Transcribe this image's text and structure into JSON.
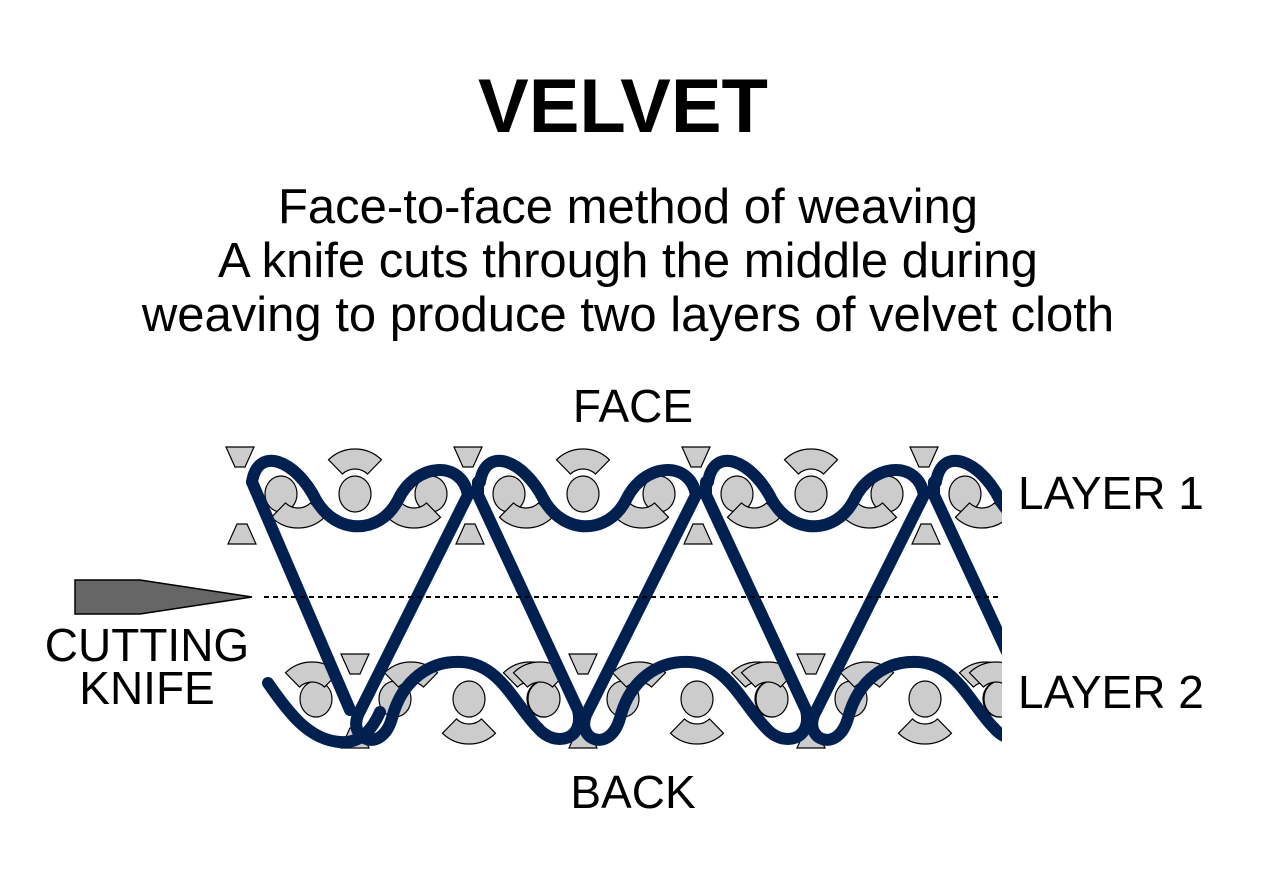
{
  "title": "VELVET",
  "subtitle": [
    "Face-to-face method of weaving",
    "A knife cuts through the middle during",
    "weaving to produce two layers of velvet cloth"
  ],
  "labels": {
    "face": "FACE",
    "back": "BACK",
    "layer1": "LAYER 1",
    "layer2": "LAYER 2",
    "knife_line1": "CUTTING",
    "knife_line2": "KNIFE"
  },
  "colors": {
    "pile_yarn": "#00204f",
    "weft": "#cccccc",
    "outline": "#000000",
    "knife": "#666666",
    "background": "#ffffff"
  }
}
